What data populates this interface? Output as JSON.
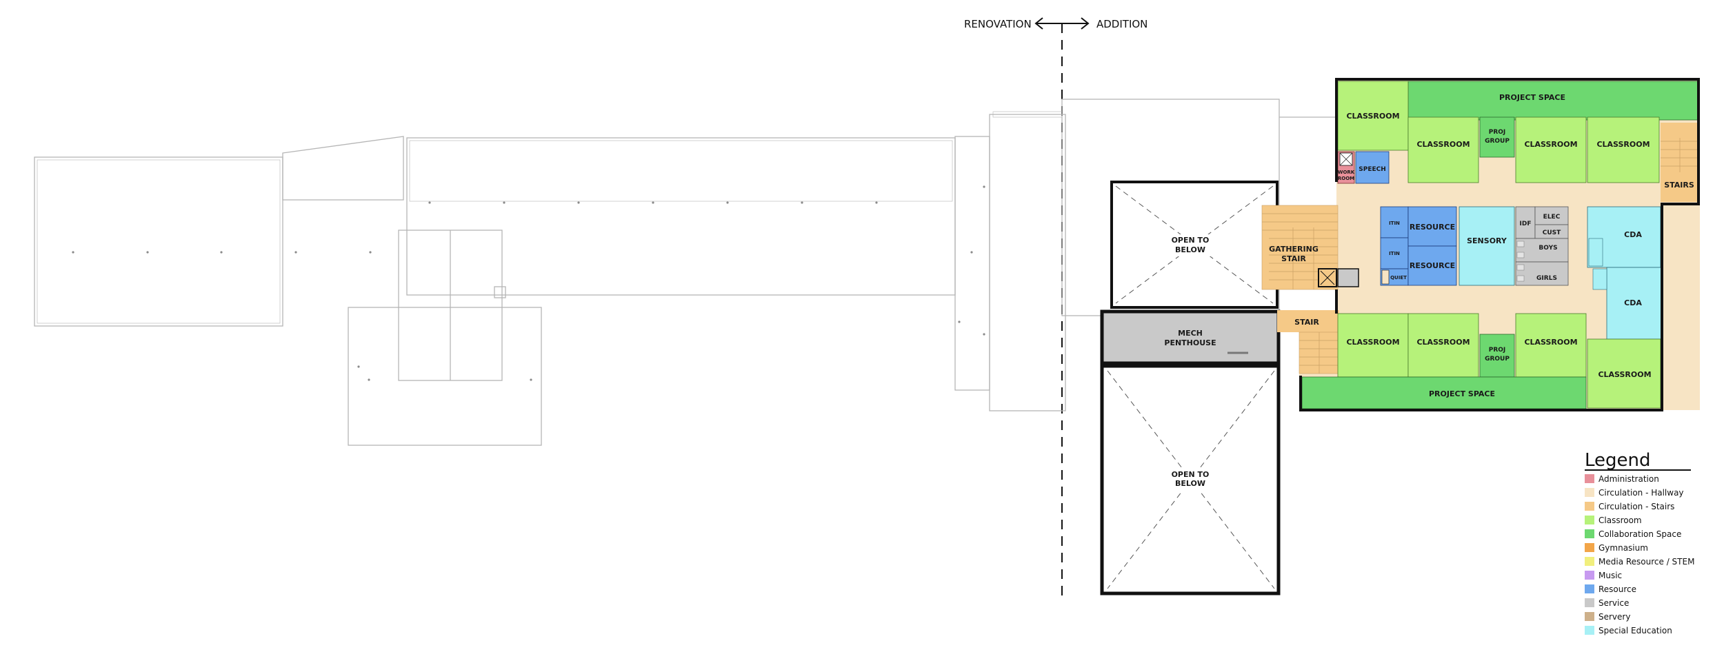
{
  "header": {
    "left_label": "RENOVATION",
    "right_label": "ADDITION"
  },
  "rooms": {
    "classroom": "CLASSROOM",
    "project_space": "PROJECT SPACE",
    "proj_group_1": "PROJ",
    "proj_group_2": "GROUP",
    "stairs": "STAIRS",
    "stair": "STAIR",
    "speech": "SPEECH",
    "work_room_1": "WORK",
    "work_room_2": "ROOM",
    "itin": "ITIN",
    "resource": "RESOURCE",
    "sensory": "SENSORY",
    "idf": "IDF",
    "elec": "ELEC",
    "cust": "CUST",
    "boys": "BOYS",
    "girls": "GIRLS",
    "quiet": "QUIET",
    "cda": "CDA",
    "gathering_1": "GATHERING",
    "gathering_2": "STAIR",
    "open_1": "OPEN TO",
    "open_2": "BELOW",
    "mech_1": "MECH",
    "mech_2": "PENTHOUSE"
  },
  "legend": {
    "title": "Legend",
    "items": [
      {
        "label": "Administration",
        "color": "#e8909a"
      },
      {
        "label": "Circulation - Hallway",
        "color": "#f7e4c4"
      },
      {
        "label": "Circulation - Stairs",
        "color": "#f5c987"
      },
      {
        "label": "Classroom",
        "color": "#b6f27a"
      },
      {
        "label": "Collaboration Space",
        "color": "#6dd870"
      },
      {
        "label": "Gymnasium",
        "color": "#f2a548"
      },
      {
        "label": "Media Resource / STEM",
        "color": "#f1ef7d"
      },
      {
        "label": "Music",
        "color": "#c79af0"
      },
      {
        "label": "Resource",
        "color": "#6ea8ee"
      },
      {
        "label": "Service",
        "color": "#c9c9c9"
      },
      {
        "label": "Servery",
        "color": "#cdb08a"
      },
      {
        "label": "Special Education",
        "color": "#a7f0f5"
      }
    ]
  },
  "colors": {
    "administration": "#e8909a",
    "hallway": "#f7e4c4",
    "stairs": "#f5c987",
    "classroom": "#b6f27a",
    "collaboration": "#6dd870",
    "resource": "#6ea8ee",
    "service": "#c9c9c9",
    "special_ed": "#a7f0f5"
  }
}
